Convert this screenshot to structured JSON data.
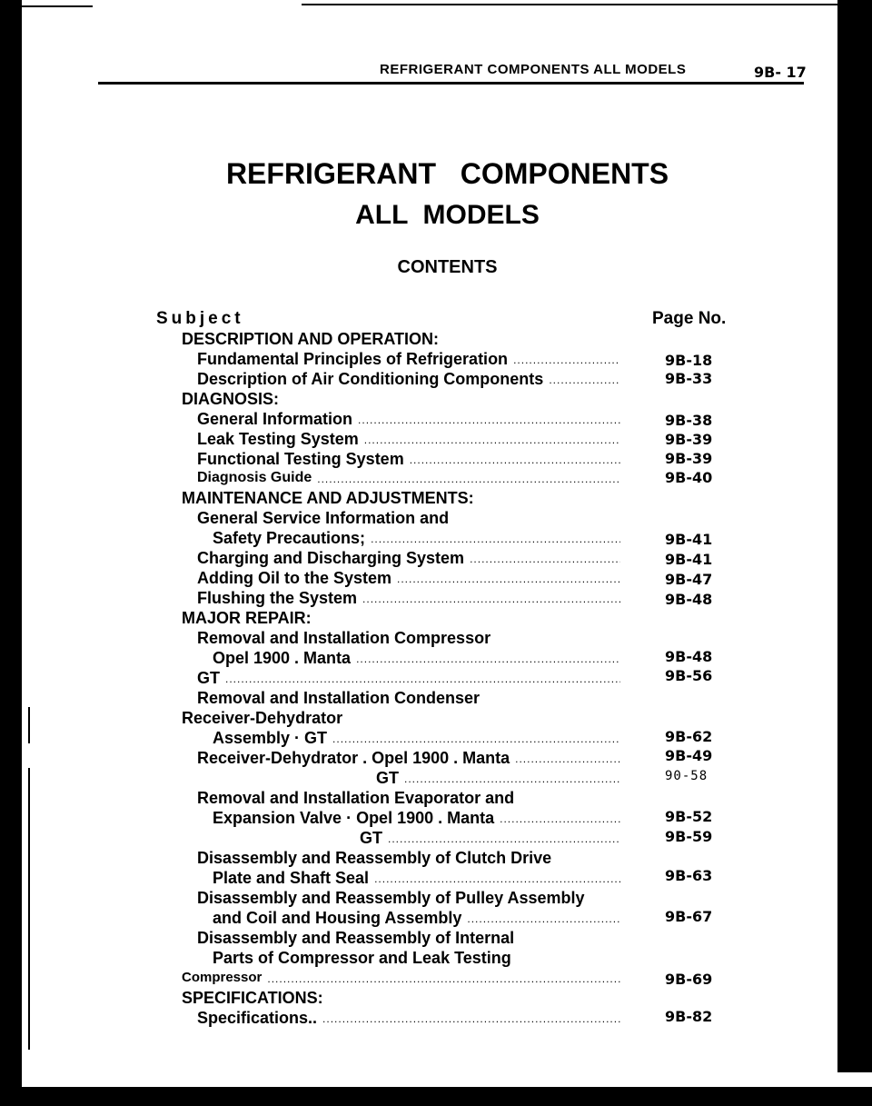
{
  "header": {
    "title": "REFRIGERANT COMPONENTS ALL MODELS",
    "page": "9B- 17"
  },
  "document": {
    "title_line1": "REFRIGERANT   COMPONENTS",
    "title_line2": "ALL  MODELS",
    "contents_heading": "CONTENTS",
    "subject_label": "Subject",
    "page_no_label": "Page No."
  },
  "toc": [
    {
      "text": "DESCRIPTION  AND  OPERATION:",
      "page": ""
    },
    {
      "text": "Fundamental Principles of Refrigeration",
      "page": "9B-18"
    },
    {
      "text": "Description of Air Conditioning Components",
      "page": "9B-33"
    },
    {
      "text": "DIAGNOSIS:",
      "page": ""
    },
    {
      "text": "General Information",
      "page": "9B-38"
    },
    {
      "text": "Leak Testing System",
      "page": "9B-39"
    },
    {
      "text": "Functional Testing System",
      "page": "9B-39"
    },
    {
      "text": "Diagnosis  Guide",
      "page": "9B-40"
    },
    {
      "text": "MAINTENANCE  AND  ADJUSTMENTS:",
      "page": ""
    },
    {
      "text": "General Service Information and",
      "page": ""
    },
    {
      "text": "Safety Precautions;",
      "page": "9B-41"
    },
    {
      "text": "Charging and Discharging System",
      "page": "9B-41"
    },
    {
      "text": "Adding Oil to the System",
      "page": "9B-47"
    },
    {
      "text": "Flushing the System",
      "page": "9B-48"
    },
    {
      "text": "MAJOR  REPAIR:",
      "page": ""
    },
    {
      "text": "Removal and Installation Compressor",
      "page": ""
    },
    {
      "text": "Opel 1900 . Manta",
      "page": "9B-48"
    },
    {
      "text": "GT",
      "page": "9B-56"
    },
    {
      "text": "Removal and Installation Condenser",
      "page": ""
    },
    {
      "text": "Receiver-Dehydrator",
      "page": ""
    },
    {
      "text": "Assembly · GT",
      "page": "9B-62"
    },
    {
      "text": "Receiver-Dehydrator . Opel 1900 . Manta",
      "page": "9B-49"
    },
    {
      "text": "GT",
      "page": "90-58"
    },
    {
      "text": "Removal and Installation Evaporator and",
      "page": ""
    },
    {
      "text": "Expansion Valve · Opel 1900 . Manta",
      "page": "9B-52"
    },
    {
      "text": "GT",
      "page": "9B-59"
    },
    {
      "text": "Disassembly and Reassembly of Clutch Drive",
      "page": ""
    },
    {
      "text": "Plate and Shaft Seal",
      "page": "9B-63"
    },
    {
      "text": "Disassembly and Reassembly of Pulley Assembly",
      "page": ""
    },
    {
      "text": "and Coil and Housing Assembly",
      "page": "9B-67"
    },
    {
      "text": "Disassembly and Reassembly of Internal",
      "page": ""
    },
    {
      "text": "Parts of Compressor and Leak Testing",
      "page": ""
    },
    {
      "text": "Compressor",
      "page": "9B-69"
    },
    {
      "text": "SPECIFICATIONS:",
      "page": ""
    },
    {
      "text": "Specifications..",
      "page": "9B-82"
    }
  ]
}
